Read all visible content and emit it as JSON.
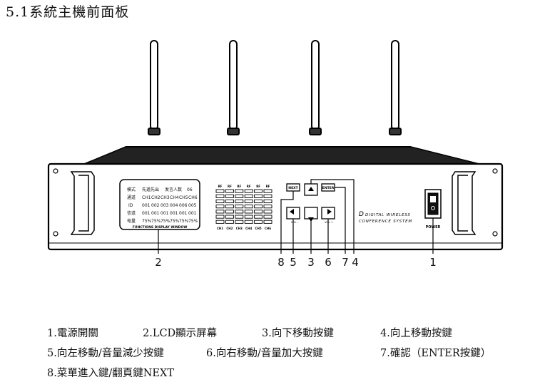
{
  "title": "5.1系統主機前面板",
  "lcd": {
    "row1": [
      "模式",
      "先進先出",
      "发言人数",
      "06"
    ],
    "row2": [
      "通道",
      "CH1",
      "CH2",
      "CH3",
      "CH4",
      "CH5",
      "CH6"
    ],
    "row3": [
      "ID",
      "001",
      "002",
      "003",
      "004",
      "006",
      "005"
    ],
    "row4": [
      "信道",
      "001",
      "001",
      "001",
      "001",
      "001",
      "001"
    ],
    "row5": [
      "电量",
      "75%",
      "75%",
      "75%",
      "75%",
      "75%",
      "75%"
    ],
    "caption": "FUNCTIONS DISPLAY WINDOW"
  },
  "rf": {
    "top_label": "RF",
    "channels": [
      "CH1",
      "CH2",
      "CH3",
      "CH4",
      "CH5",
      "CH6"
    ]
  },
  "buttons": {
    "next": "NEXT",
    "enter": "ENTER",
    "vol_minus": "VOL -",
    "vol_plus": "VOL +"
  },
  "brand": {
    "line1": "DIGITAL WIRELESS",
    "line2": "CONFERENCE SYSTEM"
  },
  "power_label": "POWER",
  "callouts": [
    "2",
    "8",
    "5",
    "3",
    "6",
    "7",
    "4",
    "1"
  ],
  "legend": [
    "1.電源開關",
    "2.LCD顯示屏幕",
    "3.向下移動按鍵",
    "4.向上移動按鍵",
    "5.向左移動/音量減少按鍵",
    "6.向右移動/音量加大按鍵",
    "7.確認（ENTER按鍵）",
    "8.菜單進入鍵/翻頁鍵NEXT"
  ]
}
